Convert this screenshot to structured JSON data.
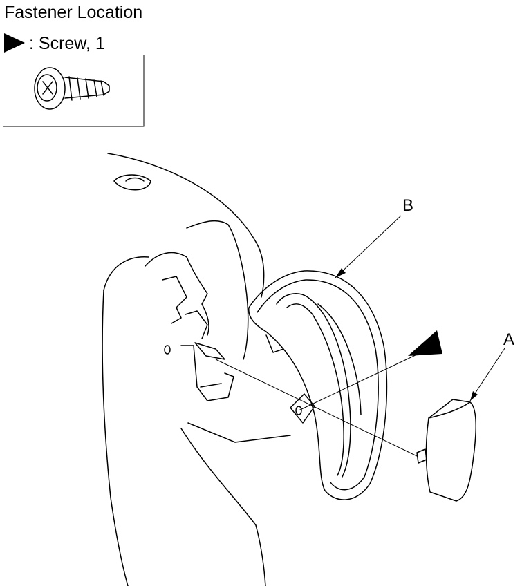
{
  "header": {
    "title": "Fastener Location",
    "legend_text": ": Screw, 1"
  },
  "callouts": {
    "a": "A",
    "b": "B"
  },
  "icons": {
    "fastener_marker": "filled-triangle",
    "screw": "pan-head-screw"
  }
}
